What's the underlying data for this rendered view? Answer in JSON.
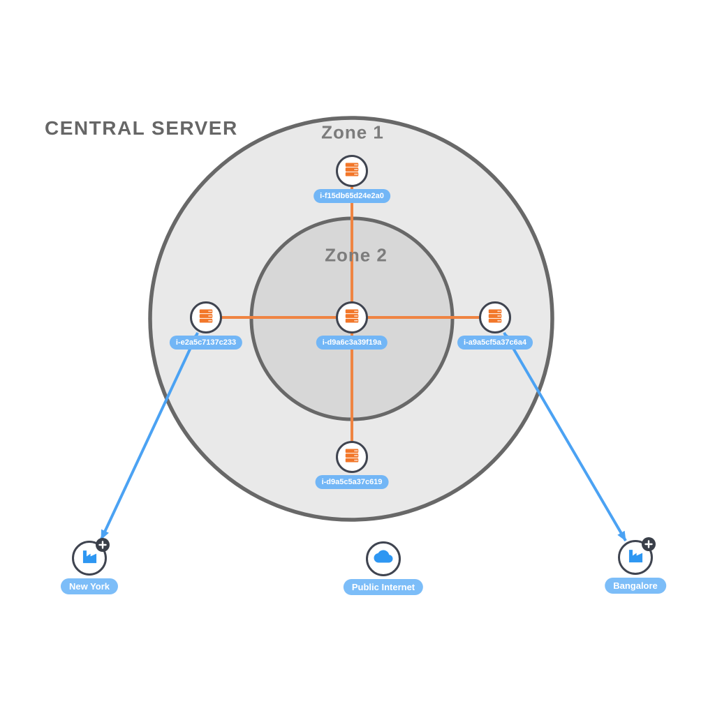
{
  "title": "CENTRAL SERVER",
  "zones": [
    {
      "label": "Zone 1"
    },
    {
      "label": "Zone 2"
    }
  ],
  "servers": [
    {
      "id": "i-f15db65d24e2a0",
      "position": "top",
      "icon": "server-stack-icon"
    },
    {
      "id": "i-e2a5c7137c233",
      "position": "left",
      "icon": "server-stack-icon"
    },
    {
      "id": "i-d9a6c3a39f19a",
      "position": "center",
      "icon": "server-stack-icon"
    },
    {
      "id": "i-a9a5cf5a37c6a4",
      "position": "right",
      "icon": "server-stack-icon"
    },
    {
      "id": "i-d9a5c5a37c619",
      "position": "bottom",
      "icon": "server-stack-icon"
    }
  ],
  "external_nodes": [
    {
      "label": "New York",
      "icon": "factory-icon",
      "badge": "plus"
    },
    {
      "label": "Public Internet",
      "icon": "cloud-icon"
    },
    {
      "label": "Bangalore",
      "icon": "factory-icon",
      "badge": "plus"
    }
  ],
  "connections": {
    "orange_links": [
      [
        "i-d9a6c3a39f19a",
        "i-f15db65d24e2a0"
      ],
      [
        "i-d9a6c3a39f19a",
        "i-e2a5c7137c233"
      ],
      [
        "i-d9a6c3a39f19a",
        "i-a9a5cf5a37c6a4"
      ],
      [
        "i-d9a6c3a39f19a",
        "i-d9a5c5a37c619"
      ]
    ],
    "blue_arrows": [
      [
        "i-e2a5c7137c233",
        "New York"
      ],
      [
        "i-a9a5cf5a37c6a4",
        "Bangalore"
      ]
    ]
  },
  "colors": {
    "zone1_fill": "#e9e9e9",
    "zone2_fill": "#d7d7d7",
    "zone_stroke": "#686868",
    "orange_link": "#ef8442",
    "server_icon_orange": "#f2772a",
    "blue_arrow": "#4ba2f3",
    "node_border": "#3f4450",
    "pill_blue": "#72b6f6",
    "ext_pill_blue": "#7cbdf8",
    "icon_blue": "#2e97f2",
    "title_gray": "#666666"
  }
}
